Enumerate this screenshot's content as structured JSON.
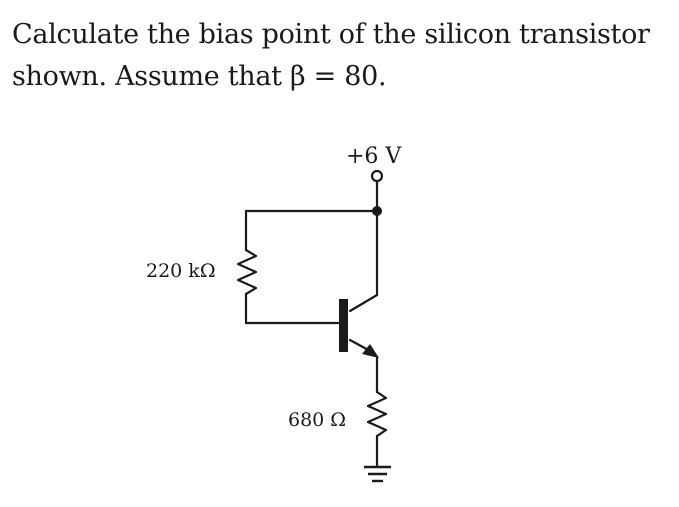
{
  "problem": {
    "line1": "Calculate the bias point of the silicon transistor",
    "line2": "shown. Assume that β = 80."
  },
  "circuit": {
    "supply_label": "+6 V",
    "base_resistor_label": "220 kΩ",
    "emitter_resistor_label": "680 Ω",
    "transistor_type": "npn",
    "beta": 80
  }
}
